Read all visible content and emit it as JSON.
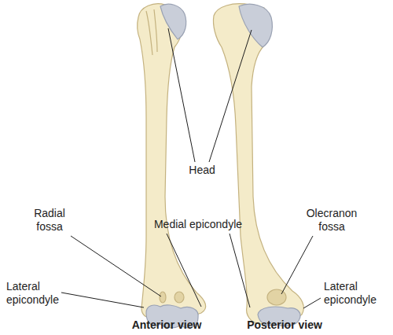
{
  "diagram": {
    "labels": [
      "Head",
      "Radial fossa",
      "Medial epicondyle",
      "Olecranon fossa",
      "Lateral epicondyle",
      "Lateral epicondyle",
      "Anterior view",
      "Posterior view"
    ]
  }
}
